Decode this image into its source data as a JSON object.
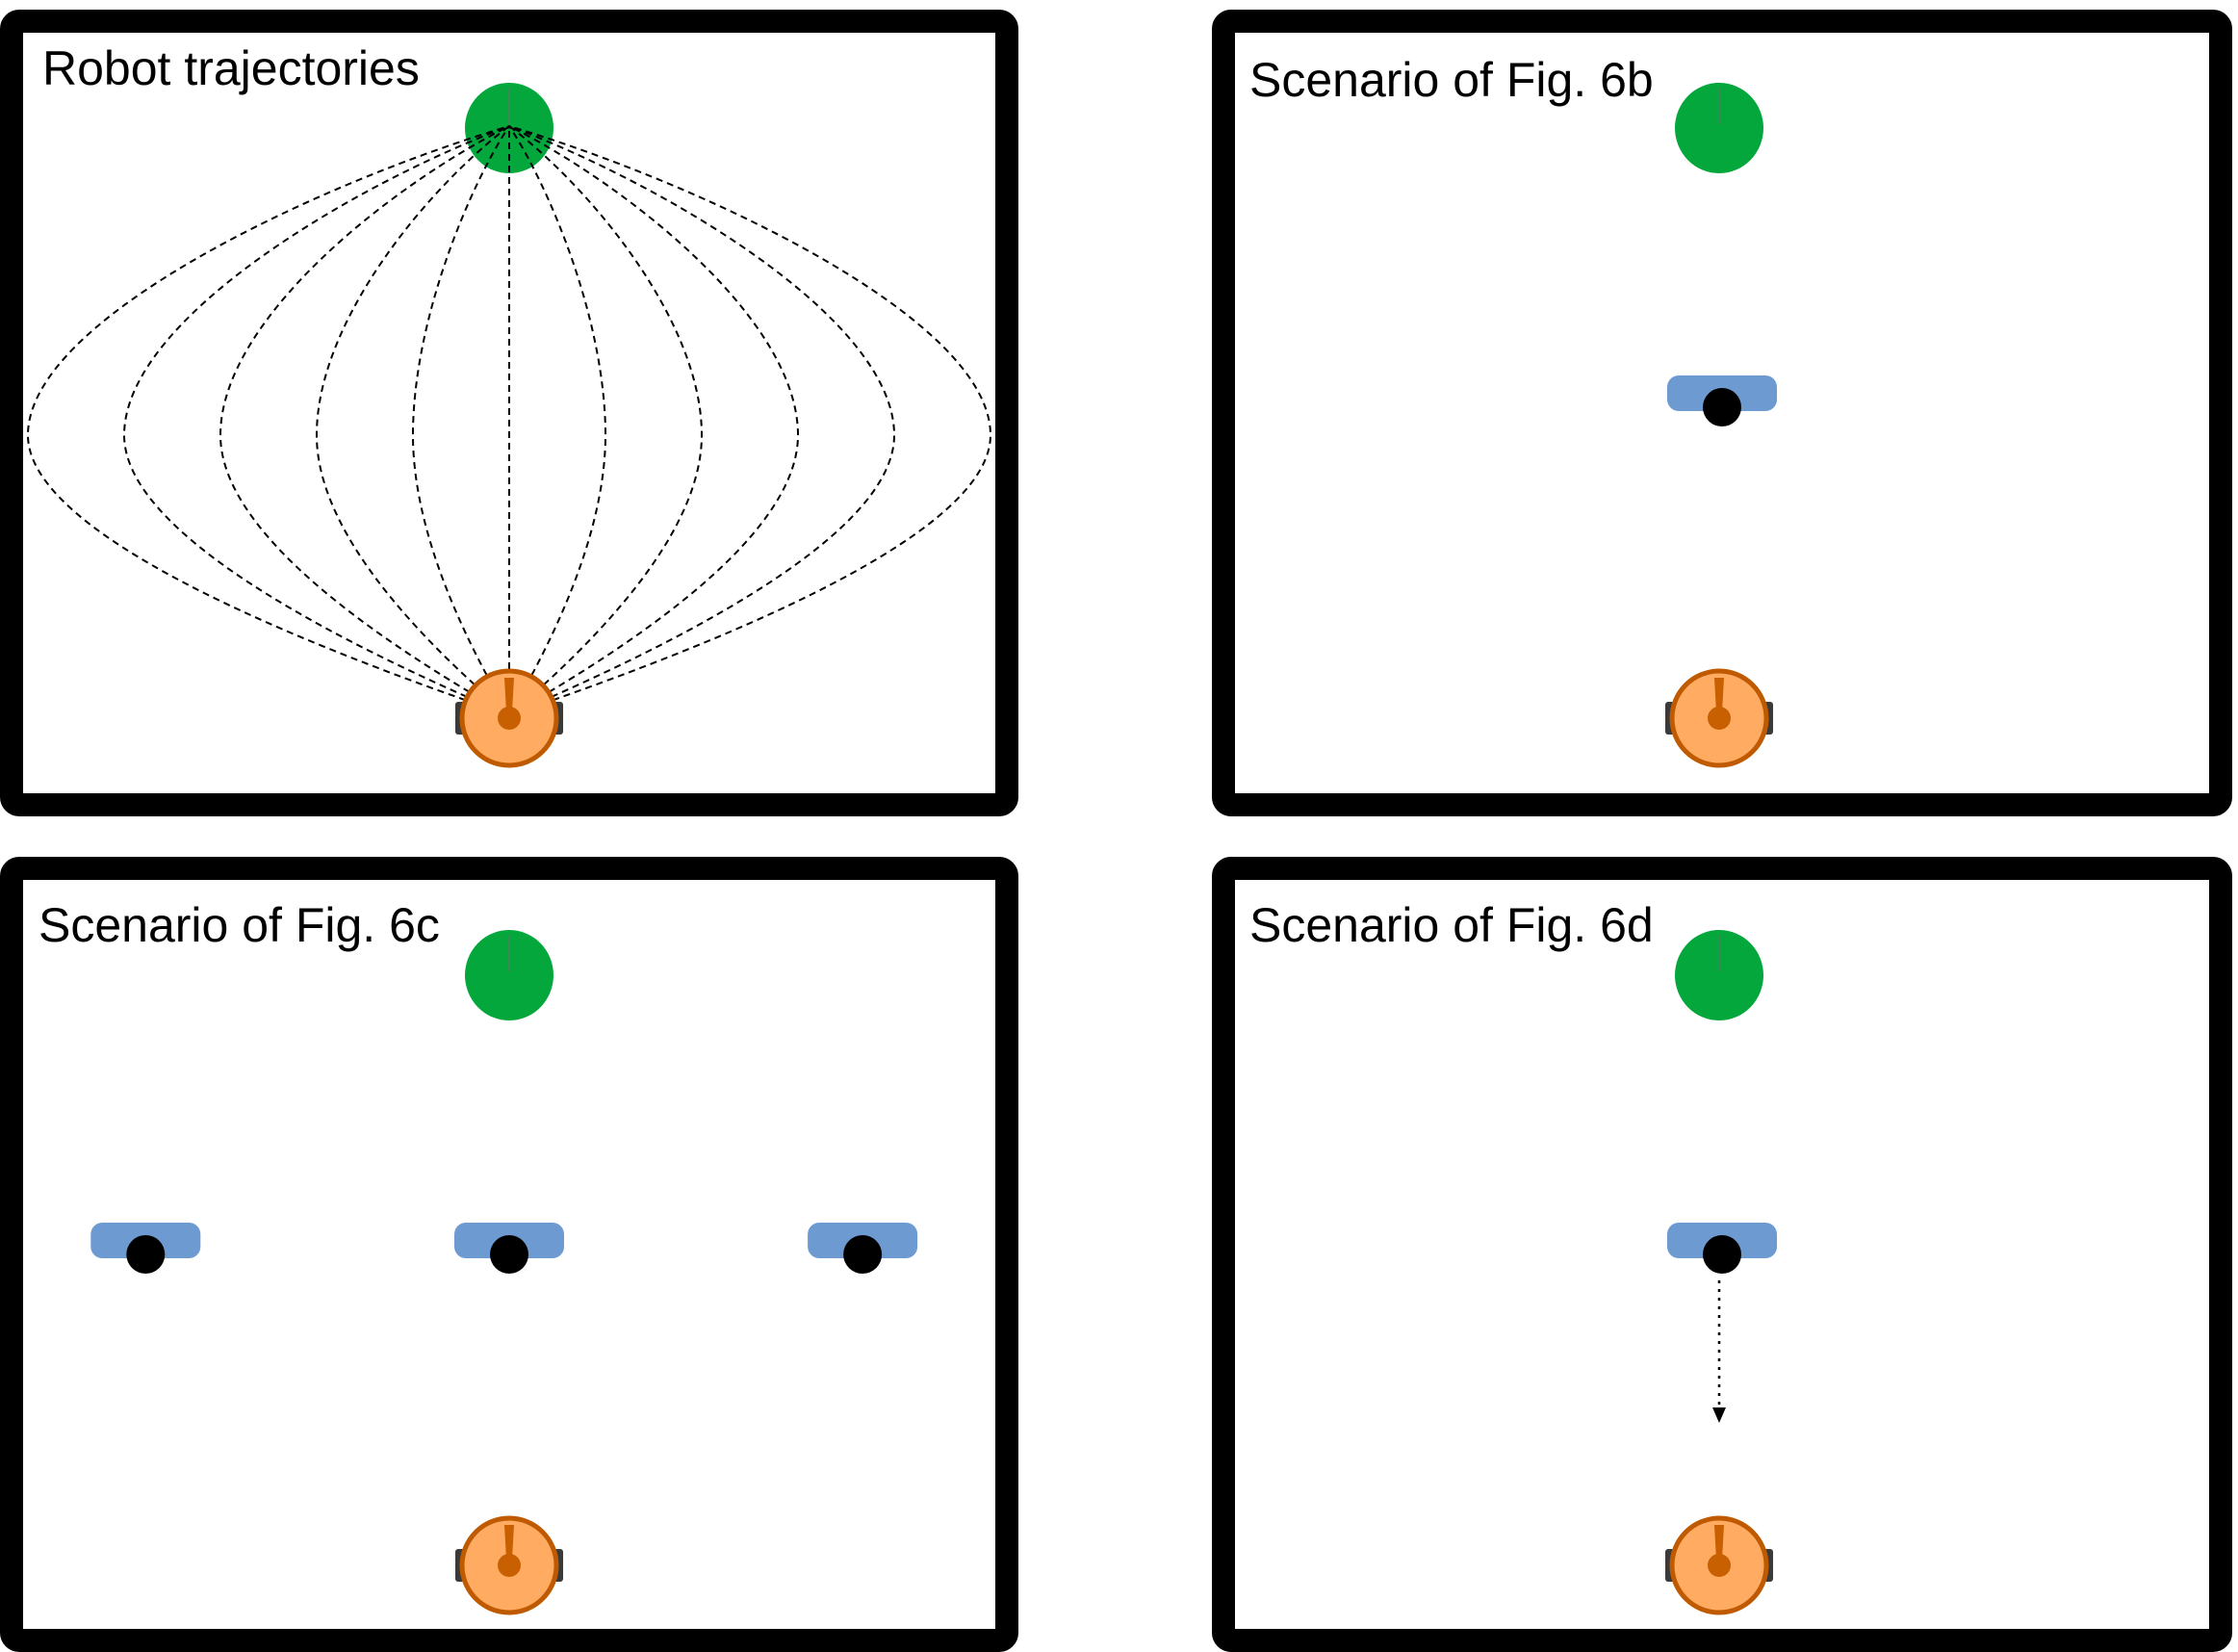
{
  "colors": {
    "frame": "#000000",
    "background": "#ffffff",
    "goal": "#03a73c",
    "goal_stem": "#3a8a55",
    "robot_fill": "#ffac62",
    "robot_stroke": "#c05a00",
    "robot_marker": "#c85f00",
    "wheel": "#3a3a3a",
    "person_body": "#6e9ad2",
    "person_head": "#000000"
  },
  "panels": [
    {
      "id": "a",
      "title": "Robot trajectories",
      "has_trajectories": true,
      "trajectory_count": 11,
      "people": [],
      "motion_arrow": false
    },
    {
      "id": "b",
      "title": "Scenario of Fig. 6b",
      "has_trajectories": false,
      "people": [
        {
          "col": 0.5,
          "row": 0.5
        }
      ],
      "motion_arrow": false
    },
    {
      "id": "c",
      "title": "Scenario of Fig. 6c",
      "has_trajectories": false,
      "people": [
        {
          "col": 0.143,
          "row": 0.5
        },
        {
          "col": 0.5,
          "row": 0.5
        },
        {
          "col": 0.847,
          "row": 0.5
        }
      ],
      "motion_arrow": false
    },
    {
      "id": "d",
      "title": "Scenario of Fig. 6d",
      "has_trajectories": false,
      "people": [
        {
          "col": 0.5,
          "row": 0.5
        }
      ],
      "motion_arrow": true
    }
  ]
}
